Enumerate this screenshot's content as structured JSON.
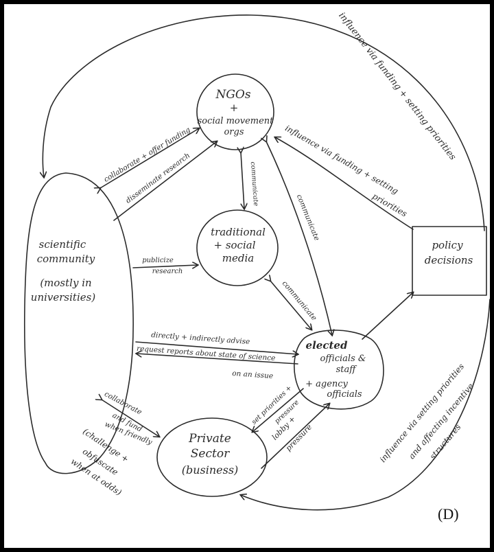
{
  "nodes": {
    "ngos": [
      "NGOs",
      "+",
      "social movement",
      "orgs"
    ],
    "media": [
      "traditional",
      "+ social",
      "media"
    ],
    "scientific": [
      "scientific",
      "community",
      "(mostly in",
      "universities)"
    ],
    "policy": [
      "policy",
      "decisions"
    ],
    "elected": [
      "elected",
      "officials &",
      "staff",
      "+ agency",
      "officials"
    ],
    "private": [
      "Private",
      "Sector",
      "(business)"
    ]
  },
  "edges": {
    "funding_outer": "influence via funding + setting priorities",
    "funding_ngos": "influence via funding + setting",
    "funding_ngos_2": "priorities",
    "collab_funding": "collaborate + offer funding",
    "disseminate": "disseminate research",
    "communicate_media_ngos": "communicate",
    "communicate_ngos_elected": "communicate",
    "communicate_media_elected": "communicate",
    "publicize": "publicize",
    "publicize_2": "research",
    "advise": "directly + indirectly advise",
    "request": "request reports about state of science",
    "request_2": "on an issue",
    "collaborate_private": [
      "collaborate",
      "and fund",
      "when friendly"
    ],
    "challenge": [
      "(challenge +",
      "obfuscate",
      "when at odds)"
    ],
    "set_priorities": "set priorities +",
    "set_priorities_2": "pressure",
    "lobby": "lobby +",
    "lobby_2": "pressure",
    "influence_private": "influence via setting priorities",
    "influence_private_2": "and affecting incentive",
    "influence_private_3": "structures"
  },
  "panel_label": "(D)"
}
